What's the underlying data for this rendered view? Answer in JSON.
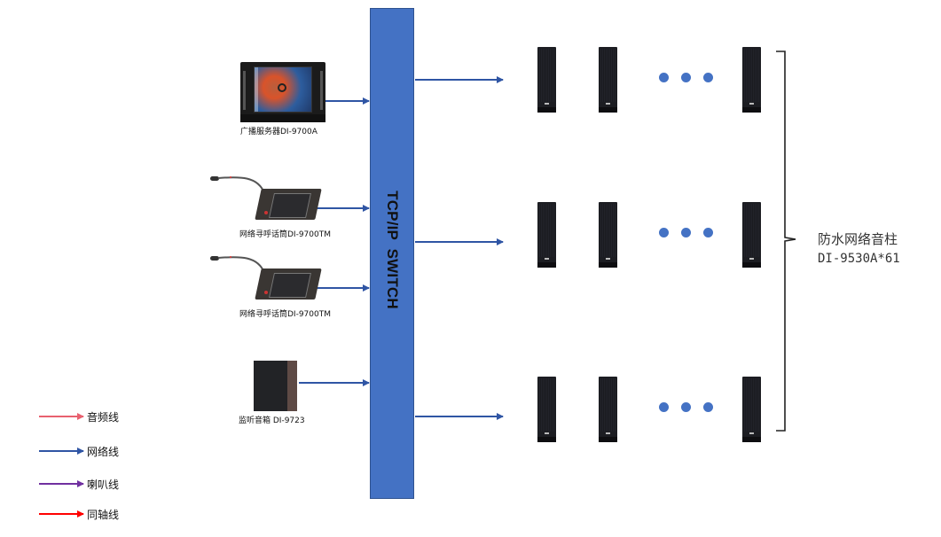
{
  "diagram": {
    "switch": {
      "label": "TCP/IP  SWITCH",
      "fill_color": "#4472c4"
    },
    "sources": [
      {
        "id": "server",
        "label": "广播服务器DI-9700A",
        "icon": "broadcast-server-icon"
      },
      {
        "id": "mic1",
        "label": "网络寻呼话筒DI-9700TM",
        "icon": "paging-microphone-icon"
      },
      {
        "id": "mic2",
        "label": "网络寻呼话筒DI-9700TM",
        "icon": "paging-microphone-icon"
      },
      {
        "id": "monitor",
        "label": "监听音箱 DI-9723",
        "icon": "monitor-speaker-icon"
      }
    ],
    "speaker_rows": [
      {
        "speakers_shown": 3,
        "ellipsis": "• • •"
      },
      {
        "speakers_shown": 3,
        "ellipsis": "• • •"
      },
      {
        "speakers_shown": 3,
        "ellipsis": "• • •"
      }
    ],
    "speaker_group": {
      "name": "防水网络音柱",
      "model": "DI-9530A*61"
    },
    "legend": [
      {
        "label": "音频线",
        "color": "#e8616f"
      },
      {
        "label": "网络线",
        "color": "#2f55a4"
      },
      {
        "label": "喇叭线",
        "color": "#7030a0"
      },
      {
        "label": "同轴线",
        "color": "#ff0000"
      }
    ]
  }
}
